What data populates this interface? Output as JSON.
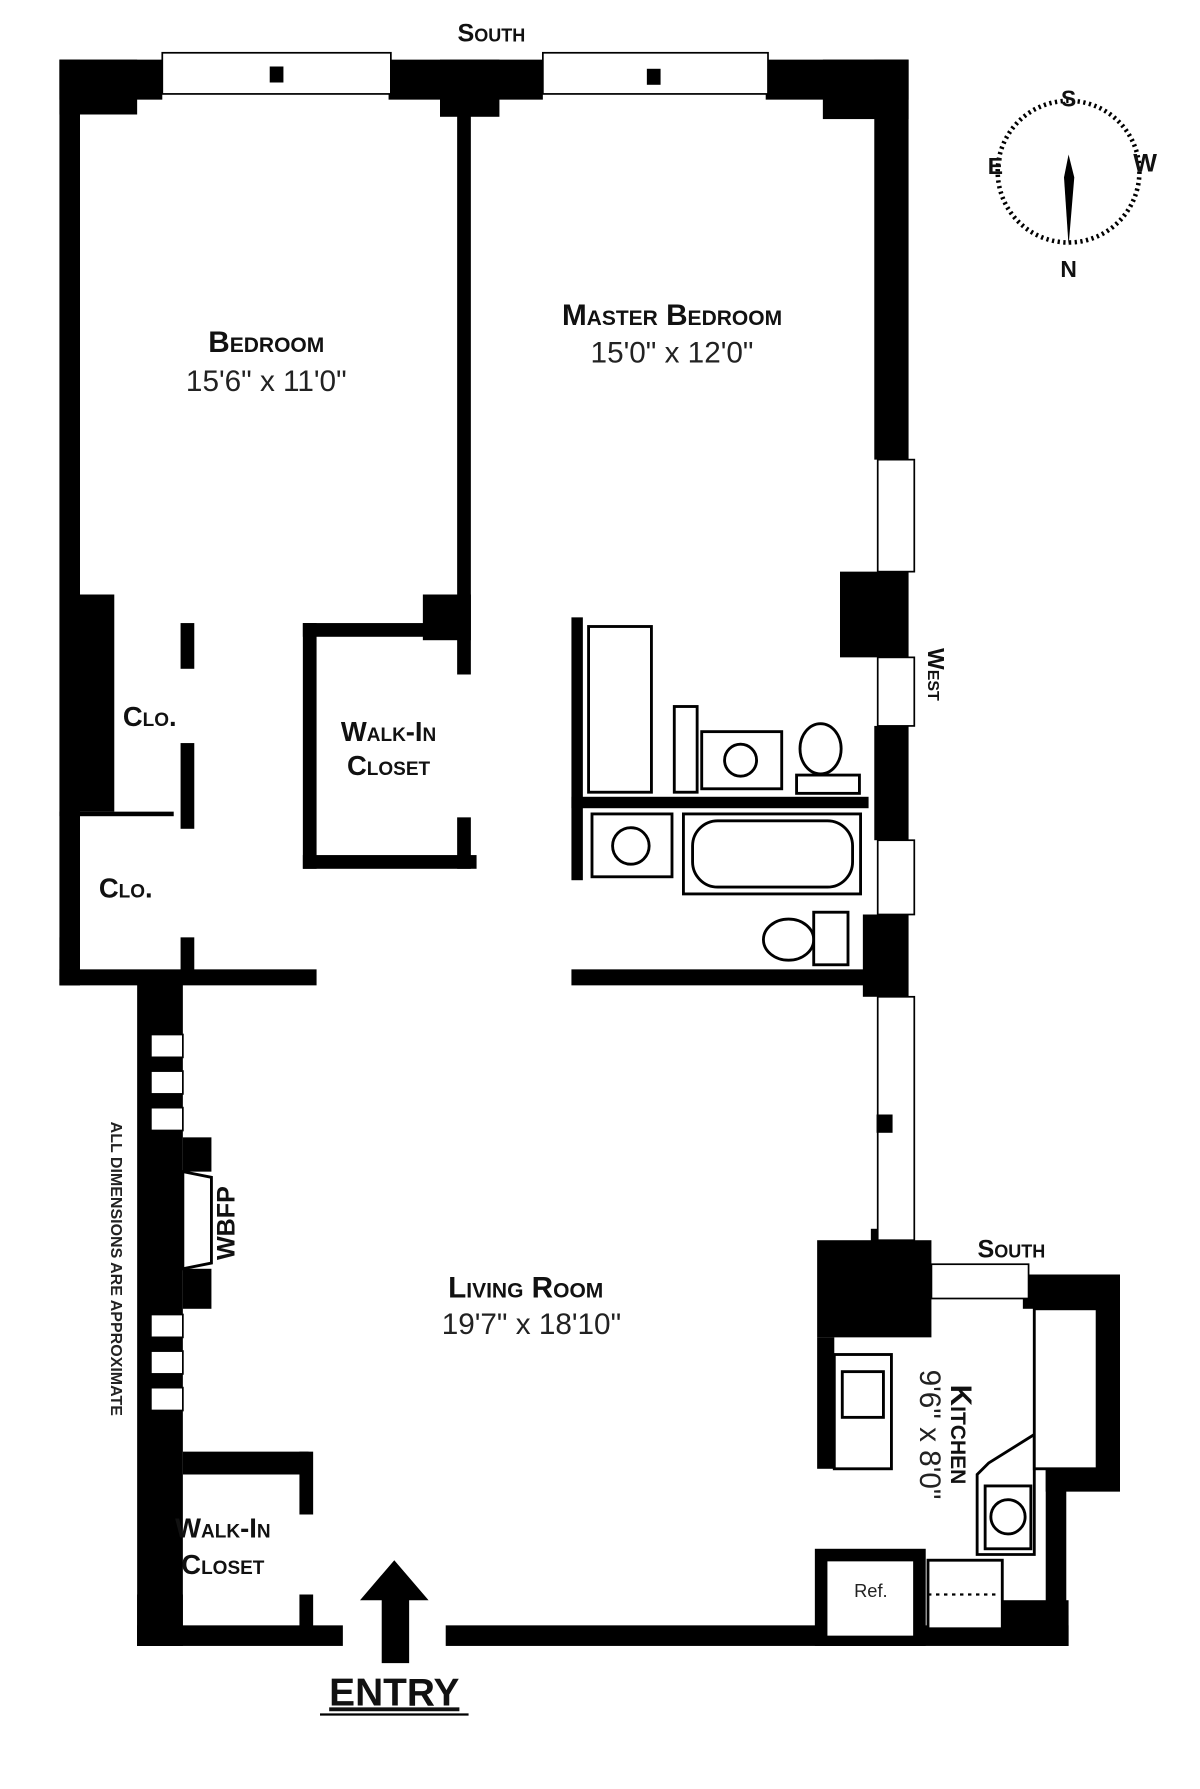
{
  "plan": {
    "orientation_top": "South",
    "orientation_west": "West",
    "orientation_kitchen": "South",
    "disclaimer": "All dimensions are approximate",
    "entry_label": "Entry",
    "rooms": {
      "bedroom": {
        "name": "Bedroom",
        "size": "15'6\" x 11'0\""
      },
      "master_bedroom": {
        "name": "Master Bedroom",
        "size": "15'0\" x 12'0\""
      },
      "living_room": {
        "name": "Living Room",
        "size": "19'7\" x 18'10\""
      },
      "kitchen": {
        "name": "Kitchen",
        "size": "9'6\" x 8'0\""
      }
    },
    "closets": {
      "clo_upper": "Clo.",
      "clo_lower": "Clo.",
      "walk_in_bedroom": [
        "Walk-In",
        "Closet"
      ],
      "walk_in_living": [
        "Walk-In",
        "Closet"
      ]
    },
    "fireplace": "WBFP",
    "refrigerator": "Ref."
  },
  "compass": {
    "s": "S",
    "w": "W",
    "n": "N",
    "e": "E"
  }
}
